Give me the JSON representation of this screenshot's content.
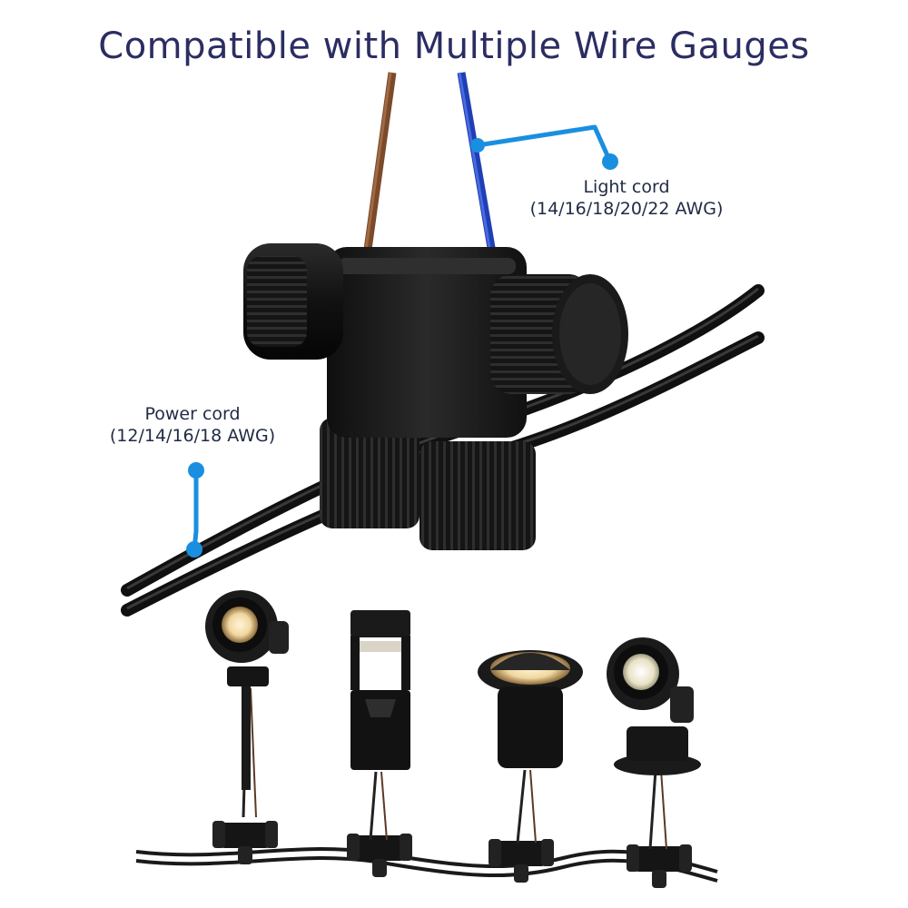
{
  "title": "Compatible with Multiple Wire Gauges",
  "light_cord": {
    "label": "Light cord",
    "gauges": "(14/16/18/20/22 AWG)"
  },
  "power_cord": {
    "label": "Power cord",
    "gauges": "(12/14/16/18 AWG)"
  },
  "colors": {
    "title": "#2b2d62",
    "callout_line": "#1a8fe0",
    "connector": "#1c1c1c",
    "brown_wire": "#7a4a2a",
    "blue_wire": "#1f3fb5"
  }
}
